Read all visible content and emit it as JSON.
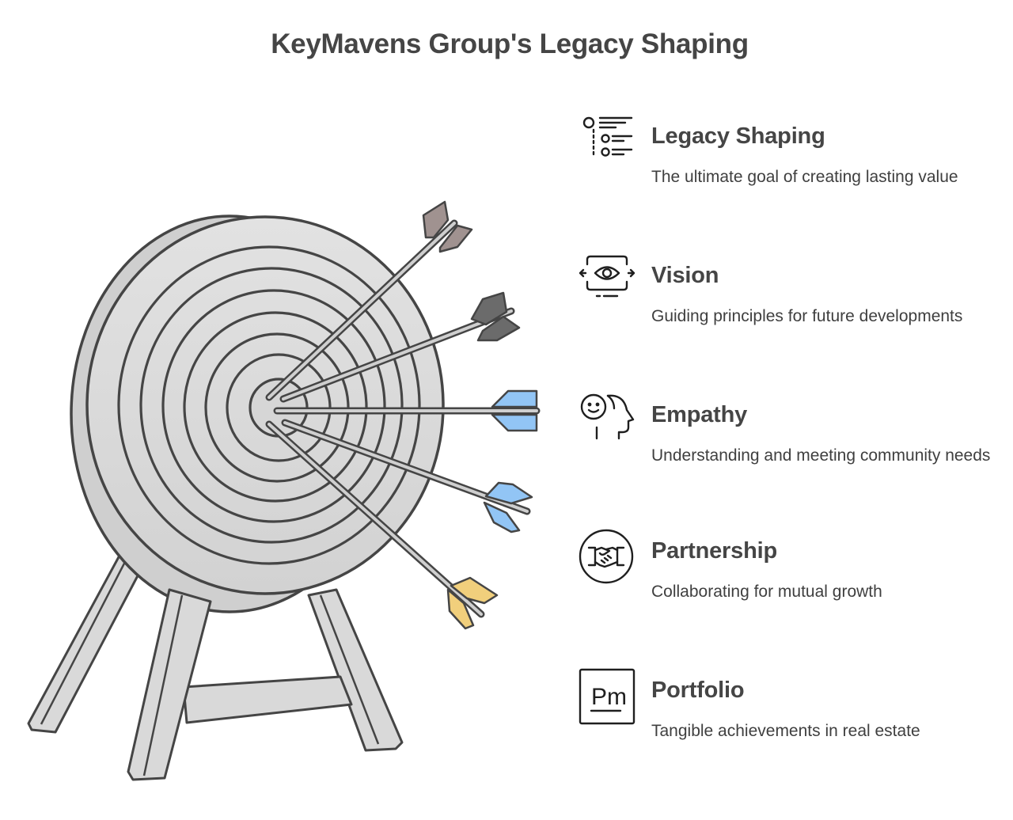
{
  "title": "KeyMavens Group's Legacy Shaping",
  "items": [
    {
      "label": "Legacy Shaping",
      "description": "The ultimate goal of creating lasting value",
      "icon": "list-checklist-icon"
    },
    {
      "label": "Vision",
      "description": "Guiding principles for future developments",
      "icon": "eye-vision-icon"
    },
    {
      "label": "Empathy",
      "description": "Understanding and meeting community needs",
      "icon": "empathy-faces-icon"
    },
    {
      "label": "Partnership",
      "description": "Collaborating for mutual growth",
      "icon": "handshake-icon"
    },
    {
      "label": "Portfolio",
      "description": "Tangible achievements in real estate",
      "icon": "portfolio-pm-icon",
      "icon_text": "Pm"
    }
  ],
  "arrow_colors": [
    "#a09290",
    "#6b6b6b",
    "#92c5f5",
    "#92c5f5",
    "#f1cf7c"
  ],
  "colors": {
    "outline": "#454545",
    "target_fill": "#dcdcdc",
    "target_side": "#cfcfcf",
    "stand_fill": "#d9d9d9"
  }
}
